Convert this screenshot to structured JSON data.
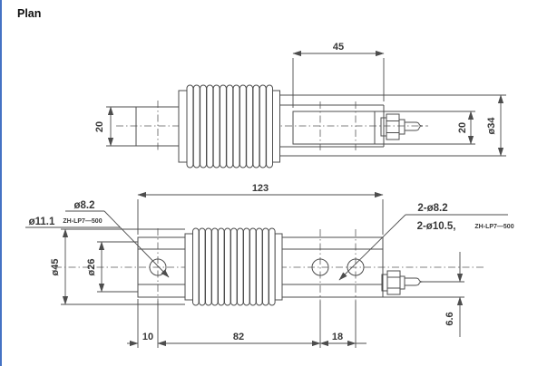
{
  "title": "Plan",
  "colors": {
    "background": "#ffffff",
    "line": "#4d4d4d",
    "text": "#383838",
    "edge_line": "#4472c4"
  },
  "side_view": {
    "dim_width_45": "45",
    "dim_shaft_height_20": "20",
    "dim_body_height_20": "20",
    "dim_outer_dia_34": "ø34"
  },
  "plan_view": {
    "dim_length_123": "123",
    "left_hole": {
      "dia": "ø8.2",
      "counterbore_dia": "ø11.1",
      "model": "ZH-LP7—500"
    },
    "right_holes": {
      "dia": "2-ø8.2",
      "counterbore_dia": "2-ø10.5,",
      "model": "ZH-LP7—500"
    },
    "dim_bellows_dia_45": "ø45",
    "dim_inner_dia_26": "ø26",
    "dim_offset_10": "10",
    "dim_span_82": "82",
    "dim_hole_spacing_18": "18",
    "dim_cable_offset_66": "6.6"
  }
}
